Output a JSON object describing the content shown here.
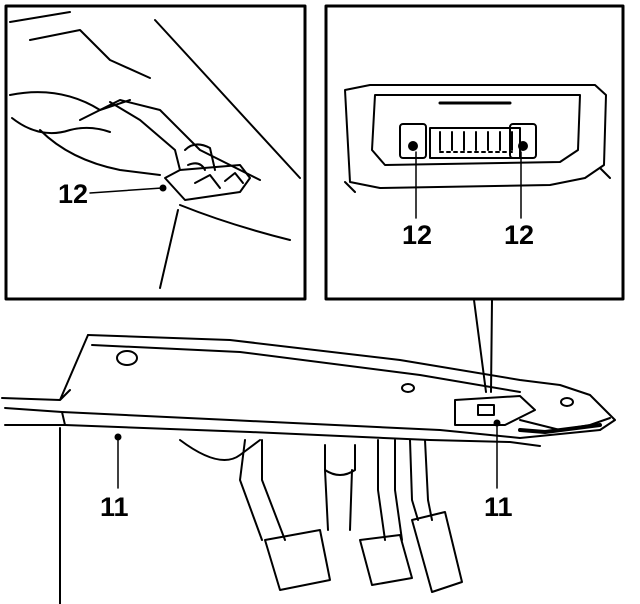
{
  "callouts": {
    "left_inset_label": "12",
    "right_inset_label_a": "12",
    "right_inset_label_b": "12",
    "bottom_label_a": "11",
    "bottom_label_b": "11"
  },
  "colors": {
    "line": "#000000",
    "background": "#ffffff"
  }
}
